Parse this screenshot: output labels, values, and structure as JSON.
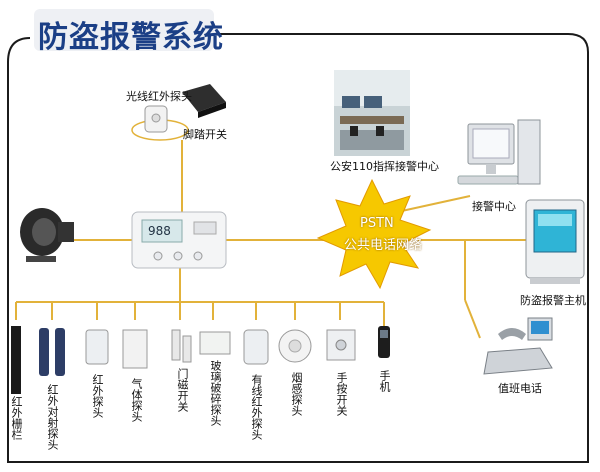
{
  "title": "防盗报警系统",
  "labels": {
    "ir_detector": "光线红外探头",
    "foot_switch": "脚踏开关",
    "police_center": "公安110指挥接警中心",
    "pstn_1": "PSTN",
    "pstn_2": "公共电话网络",
    "receiver_center": "接警中心",
    "alarm_host": "防盗报警主机",
    "duty_phone": "值班电话",
    "panel_display": "988"
  },
  "sensors": [
    "红外栅栏",
    "红外对射探头",
    "红外探头",
    "气体探头",
    "门磁开关",
    "玻璃破碎探头",
    "有线红外探头",
    "烟感探头",
    "手按开关",
    "手机"
  ],
  "colors": {
    "line": "#e2b23a",
    "title": "#1b3f86",
    "star": "#f6c800"
  },
  "icons": [
    "siren-icon",
    "control-panel-icon",
    "computer-icon",
    "alarm-host-icon",
    "telephone-icon",
    "mobile-phone-icon"
  ]
}
